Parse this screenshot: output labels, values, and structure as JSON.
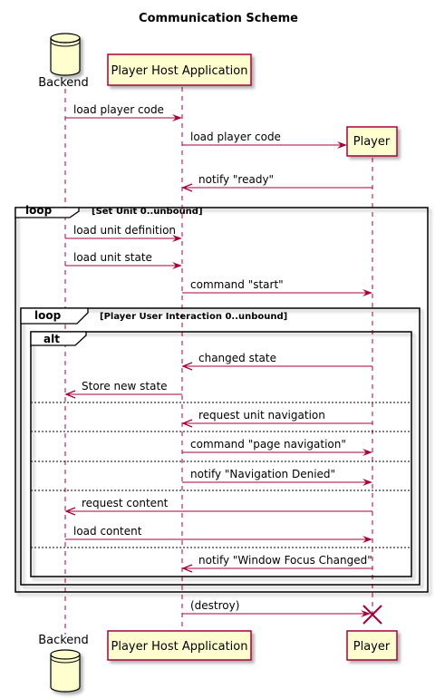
{
  "title": "Communication Scheme",
  "participants": {
    "backend": "Backend",
    "host": "Player Host Application",
    "player": "Player"
  },
  "messages": [
    {
      "from": "backend",
      "to": "host",
      "label": "load player code"
    },
    {
      "from": "host",
      "to": "player",
      "label": "load player code"
    },
    {
      "from": "player",
      "to": "host",
      "label": "notify \"ready\""
    },
    {
      "from": "backend",
      "to": "host",
      "label": "load unit definition"
    },
    {
      "from": "backend",
      "to": "host",
      "label": "load unit state"
    },
    {
      "from": "host",
      "to": "player",
      "label": "command \"start\""
    },
    {
      "from": "player",
      "to": "host",
      "label": "changed state"
    },
    {
      "from": "host",
      "to": "backend",
      "label": "Store new state"
    },
    {
      "from": "player",
      "to": "host",
      "label": "request unit navigation"
    },
    {
      "from": "host",
      "to": "player",
      "label": "command \"page navigation\""
    },
    {
      "from": "host",
      "to": "player",
      "label": "notify \"Navigation Denied\""
    },
    {
      "from": "player",
      "to": "backend",
      "label": "request content"
    },
    {
      "from": "backend",
      "to": "player",
      "label": "load content"
    },
    {
      "from": "player",
      "to": "host",
      "label": "notify \"Window Focus Changed\""
    },
    {
      "from": "host",
      "to": "player",
      "label": "(destroy)"
    }
  ],
  "frames": {
    "outer_loop": {
      "keyword": "loop",
      "guard": "[Set Unit 0..unbound]"
    },
    "inner_loop": {
      "keyword": "loop",
      "guard": "[Player User Interaction 0..unbound]"
    },
    "alt": {
      "keyword": "alt"
    }
  },
  "colors": {
    "participant_fill": "#FEFECE",
    "participant_border": "#A80036",
    "arrow": "#A80036",
    "frame": "#000000"
  }
}
